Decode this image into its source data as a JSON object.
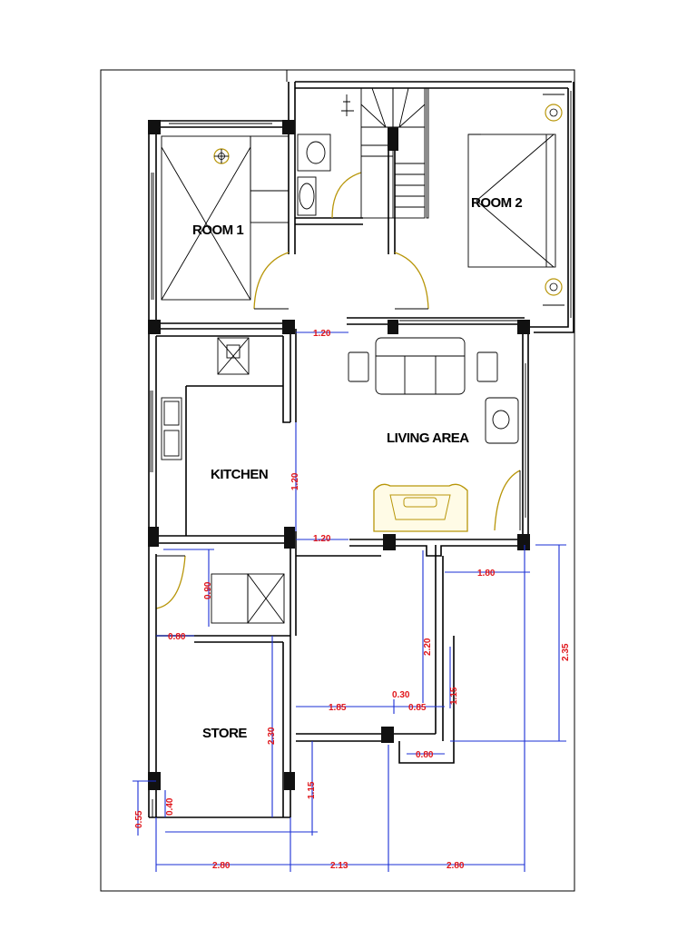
{
  "rooms": {
    "room1": "ROOM 1",
    "room2": "ROOM 2",
    "living": "LIVING AREA",
    "kitchen": "KITCHEN",
    "store": "STORE"
  },
  "dimensions": {
    "living_opening_top": "1.20",
    "living_opening_mid": "1.20",
    "living_opening_bottom": "1.20",
    "kitchen_door": "0.90",
    "store_door": "0.80",
    "store_height": "2.30",
    "store_sill": "0.40",
    "store_left": "0.55",
    "hall_lower": "1.15",
    "bottom_left": "2.80",
    "bottom_mid": "2.13",
    "bottom_right": "2.80",
    "right_top": "1.80",
    "right_height": "2.35",
    "stair_height": "2.20",
    "stair_width": "1.15",
    "corridor": "1.85",
    "step_small": "0.30",
    "step_width": "0.85",
    "stair_base": "0.80"
  },
  "colors": {
    "walls": "#000000",
    "dimension_lines": "#1a2fd6",
    "dimension_text": "#e0161b",
    "doors": "#b8960a"
  }
}
